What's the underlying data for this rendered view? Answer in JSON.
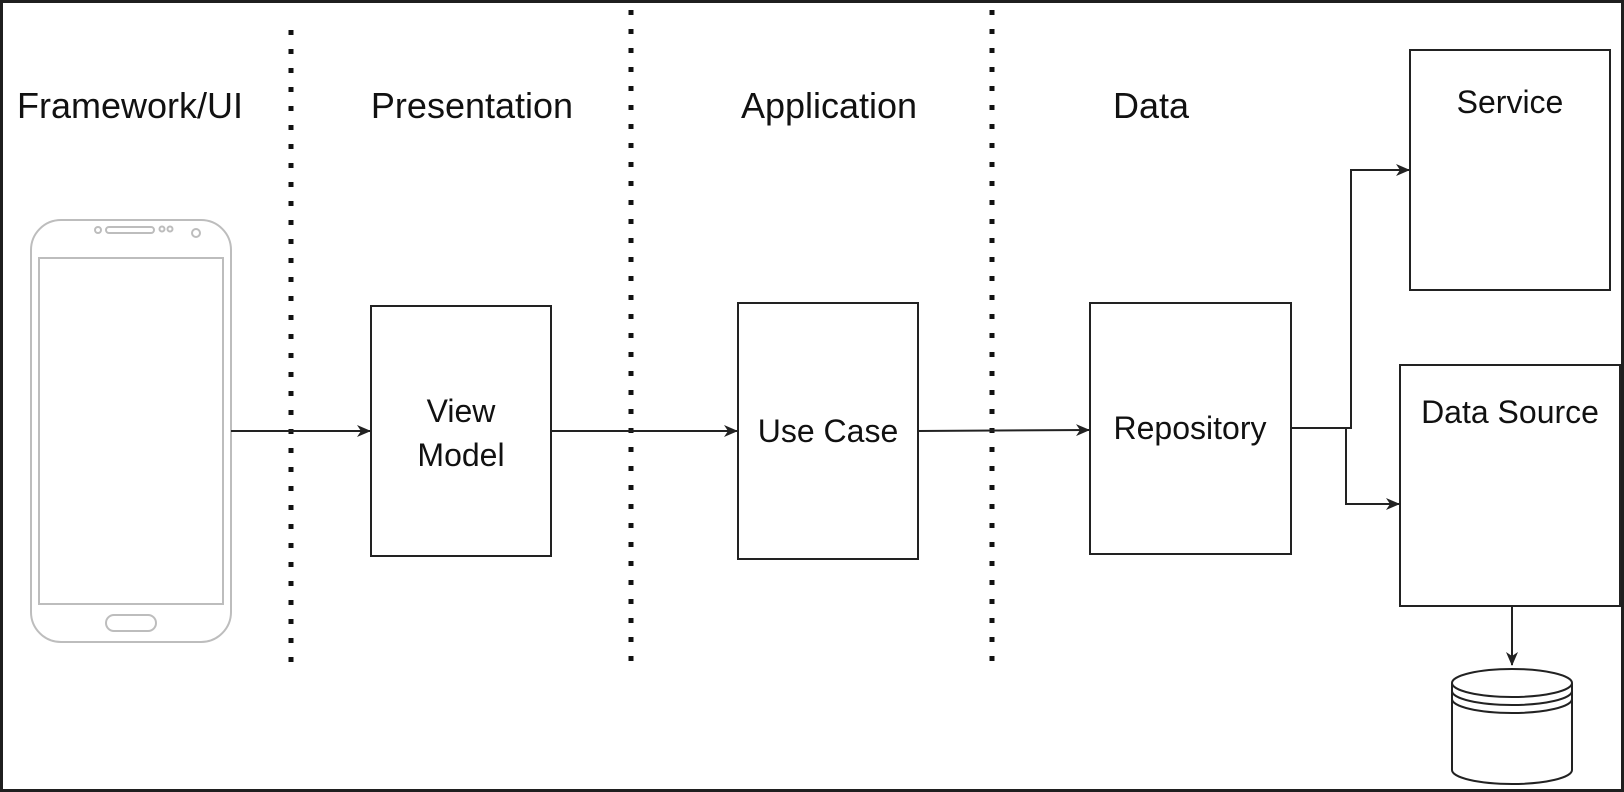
{
  "layers": {
    "framework_ui": "Framework/UI",
    "presentation": "Presentation",
    "application": "Application",
    "data": "Data"
  },
  "boxes": {
    "view_model_line1": "View",
    "view_model_line2": "Model",
    "use_case": "Use Case",
    "repository": "Repository",
    "service": "Service",
    "data_source": "Data Source"
  },
  "icons": {
    "phone": "smartphone-icon",
    "database": "database-icon"
  },
  "colors": {
    "background": "#ffffff",
    "stroke": "#222222",
    "phone_outline": "#bdbdbd",
    "outer_border": "#1f1f1f"
  }
}
